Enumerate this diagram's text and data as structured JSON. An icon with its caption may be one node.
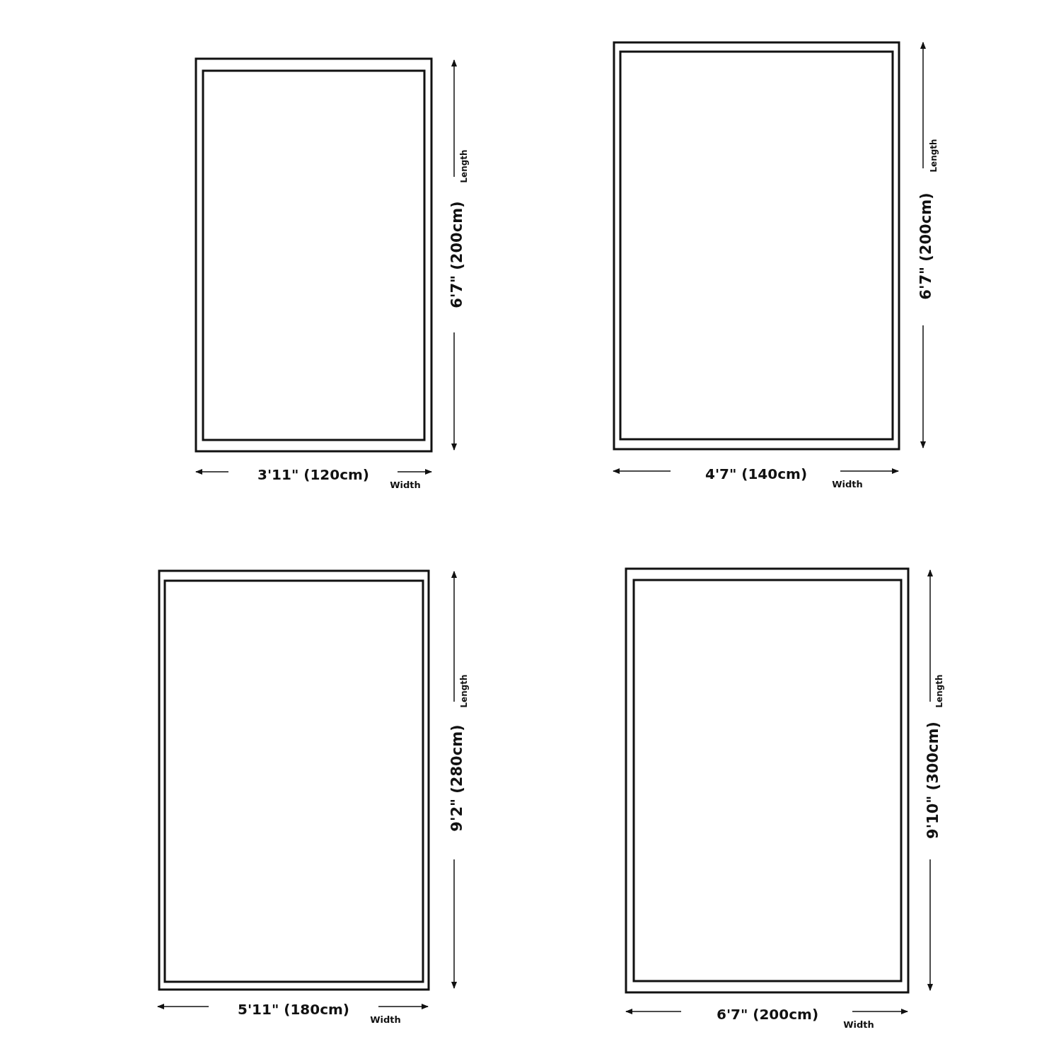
{
  "diagram": {
    "labels": [
      "Length",
      "6'7\" (200cm)",
      "3'11\" (120cm)",
      "Width",
      "Length",
      "6'7\" (200cm)",
      "4'7\" (140cm)",
      "Width",
      "Length",
      "9'2\" (280cm)",
      "5'11\" (180cm)",
      "Width",
      "Length",
      "9'10\" (300cm)",
      "6'7\" (200cm)",
      "Width"
    ]
  }
}
